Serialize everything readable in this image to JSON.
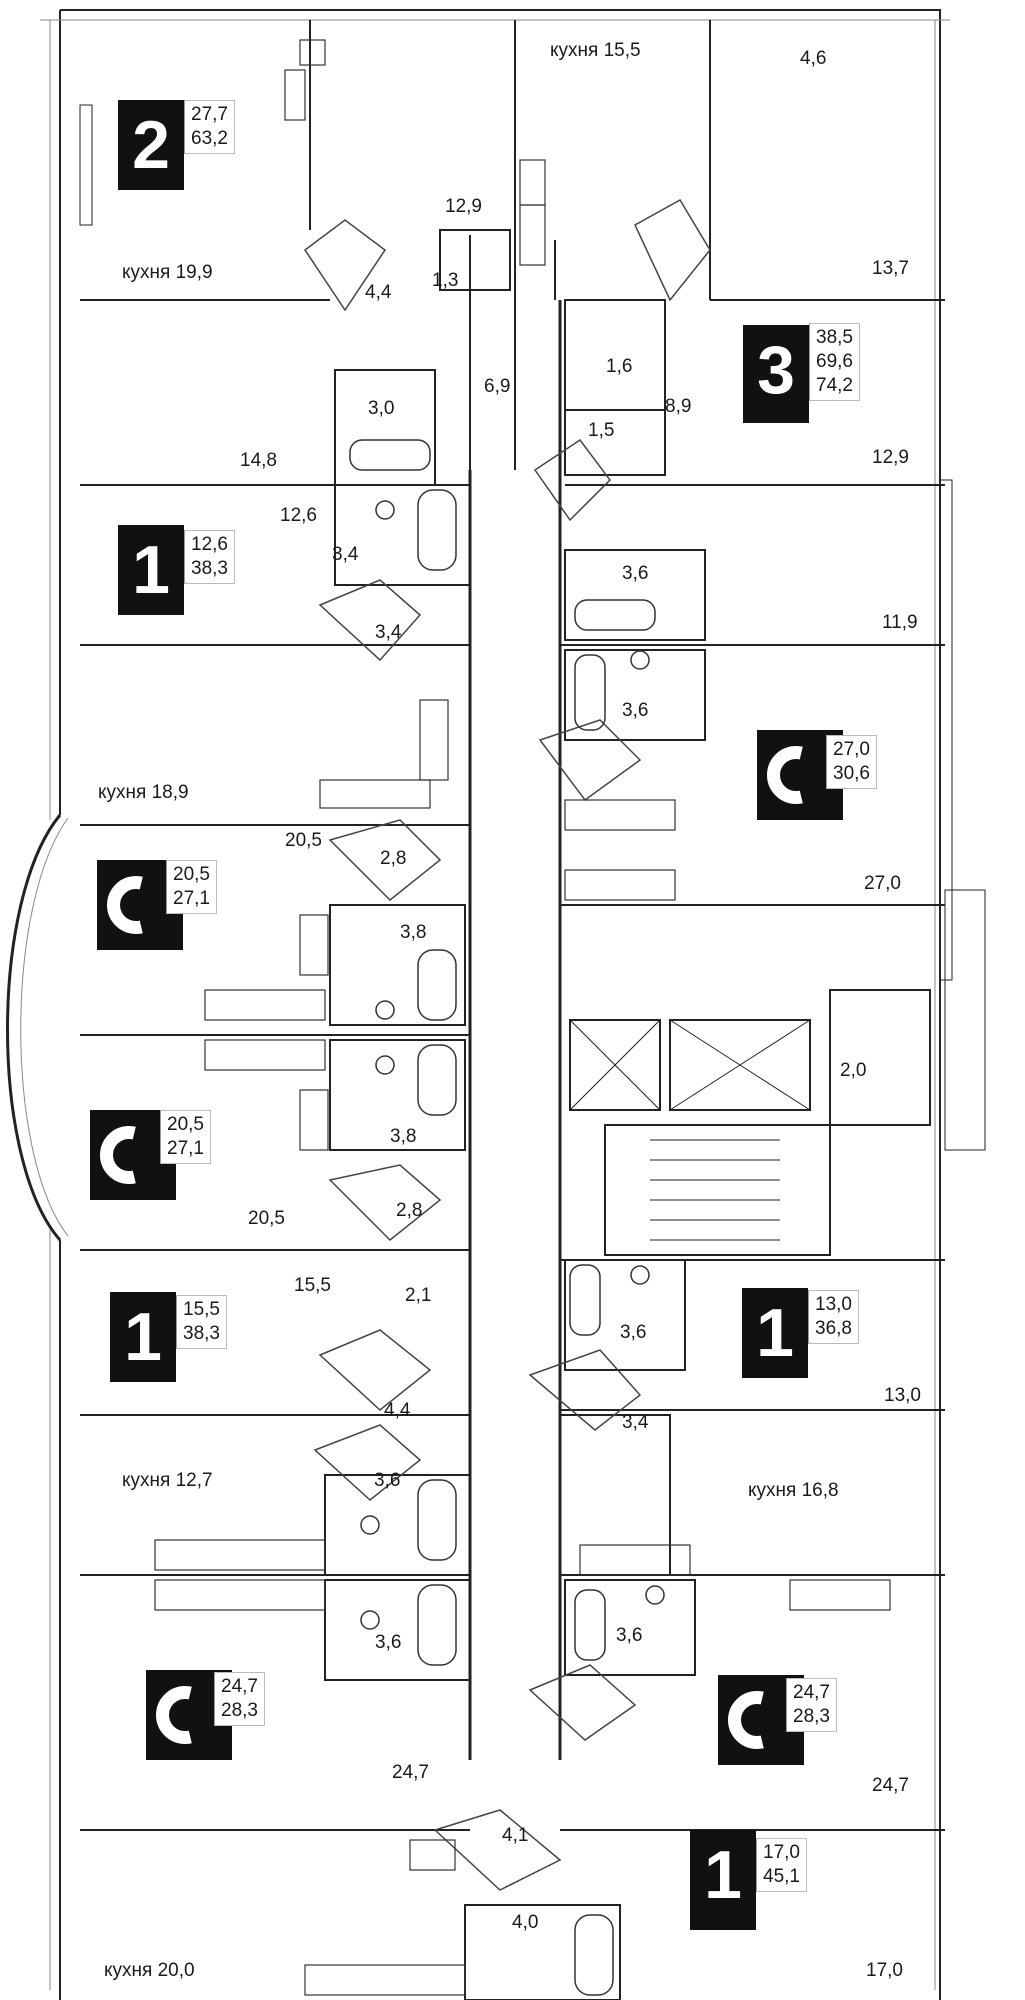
{
  "apartments": [
    {
      "id": "apt-2",
      "type": "2",
      "areas": [
        "27,7",
        "63,2"
      ]
    },
    {
      "id": "apt-3",
      "type": "3",
      "areas": [
        "38,5",
        "69,6",
        "74,2"
      ]
    },
    {
      "id": "apt-1a",
      "type": "1",
      "areas": [
        "12,6",
        "38,3"
      ]
    },
    {
      "id": "apt-s-right-top",
      "type": "C",
      "areas": [
        "27,0",
        "30,6"
      ]
    },
    {
      "id": "apt-s-left-1",
      "type": "C",
      "areas": [
        "20,5",
        "27,1"
      ]
    },
    {
      "id": "apt-s-left-2",
      "type": "C",
      "areas": [
        "20,5",
        "27,1"
      ]
    },
    {
      "id": "apt-1b",
      "type": "1",
      "areas": [
        "15,5",
        "38,3"
      ]
    },
    {
      "id": "apt-1c",
      "type": "1",
      "areas": [
        "13,0",
        "36,8"
      ]
    },
    {
      "id": "apt-s-left-3",
      "type": "C",
      "areas": [
        "24,7",
        "28,3"
      ]
    },
    {
      "id": "apt-s-right-3",
      "type": "C",
      "areas": [
        "24,7",
        "28,3"
      ]
    },
    {
      "id": "apt-1d",
      "type": "1",
      "areas": [
        "17,0",
        "45,1"
      ]
    }
  ],
  "rooms": [
    "кухня 15,5",
    "4,6",
    "12,9",
    "13,7",
    "кухня 19,9",
    "4,4",
    "1,3",
    "1,6",
    "3,0",
    "6,9",
    "8,9",
    "1,5",
    "14,8",
    "12,9",
    "12,6",
    "3,4",
    "3,6",
    "3,4",
    "11,9",
    "3,6",
    "кухня 18,9",
    "20,5",
    "2,8",
    "27,0",
    "3,8",
    "2,0",
    "3,8",
    "20,5",
    "2,8",
    "15,5",
    "2,1",
    "3,6",
    "4,4",
    "13,0",
    "3,4",
    "кухня 12,7",
    "3,6",
    "кухня 16,8",
    "3,6",
    "3,6",
    "24,7",
    "24,7",
    "4,1",
    "4,0",
    "кухня 20,0",
    "17,0"
  ]
}
